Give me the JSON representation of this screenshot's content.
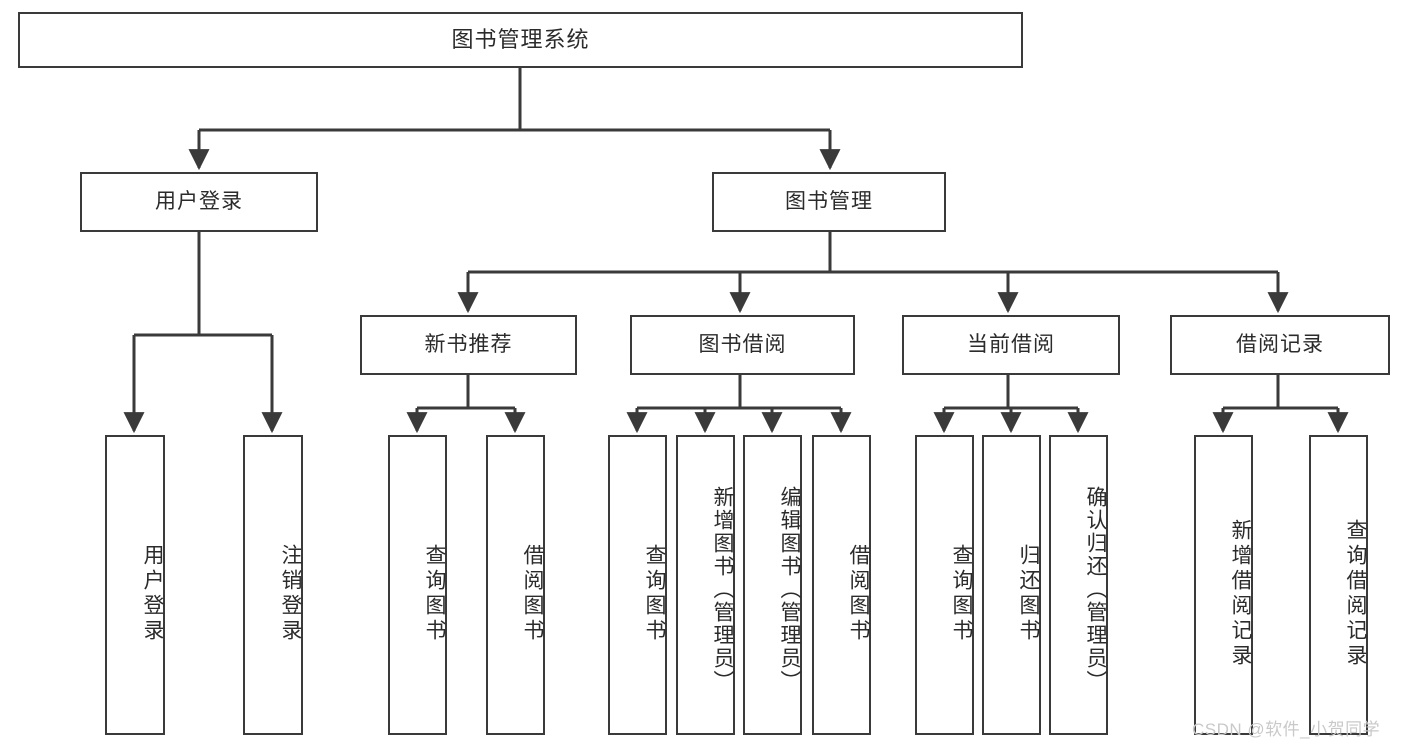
{
  "diagram": {
    "type": "tree",
    "title": "图书管理系统",
    "orientation": "top-down",
    "colors": {
      "border": "#3a3a3a",
      "text": "#2b2b2b",
      "background": "#ffffff",
      "watermark": "#c9c9c9"
    },
    "levels": {
      "root": "图书管理系统",
      "level1": [
        "用户登录",
        "图书管理"
      ],
      "level2": [
        "新书推荐",
        "图书借阅",
        "当前借阅",
        "借阅记录"
      ]
    }
  },
  "nodes": {
    "root": {
      "label": "图书管理系统"
    },
    "login": {
      "label": "用户登录"
    },
    "book_manage": {
      "label": "图书管理"
    },
    "new_book_rec": {
      "label": "新书推荐"
    },
    "book_borrow": {
      "label": "图书借阅"
    },
    "current_borrow": {
      "label": "当前借阅"
    },
    "borrow_record": {
      "label": "借阅记录"
    },
    "leaf_user_login": {
      "label": "用户登录"
    },
    "leaf_logout": {
      "label": "注销登录"
    },
    "leaf_query_book_1": {
      "label": "查询图书"
    },
    "leaf_borrow_book_1": {
      "label": "借阅图书"
    },
    "leaf_query_book_2": {
      "label": "查询图书"
    },
    "leaf_add_book": {
      "label": "新增图书（管理员）"
    },
    "leaf_edit_book": {
      "label": "编辑图书（管理员）"
    },
    "leaf_borrow_book_2": {
      "label": "借阅图书"
    },
    "leaf_query_book_3": {
      "label": "查询图书"
    },
    "leaf_return_book": {
      "label": "归还图书"
    },
    "leaf_confirm_return": {
      "label": "确认归还（管理员）"
    },
    "leaf_add_record": {
      "label": "新增借阅记录"
    },
    "leaf_query_record": {
      "label": "查询借阅记录"
    }
  },
  "edges": [
    {
      "from": "root",
      "to": "login"
    },
    {
      "from": "root",
      "to": "book_manage"
    },
    {
      "from": "login",
      "to": "leaf_user_login"
    },
    {
      "from": "login",
      "to": "leaf_logout"
    },
    {
      "from": "book_manage",
      "to": "new_book_rec"
    },
    {
      "from": "book_manage",
      "to": "book_borrow"
    },
    {
      "from": "book_manage",
      "to": "current_borrow"
    },
    {
      "from": "book_manage",
      "to": "borrow_record"
    },
    {
      "from": "new_book_rec",
      "to": "leaf_query_book_1"
    },
    {
      "from": "new_book_rec",
      "to": "leaf_borrow_book_1"
    },
    {
      "from": "book_borrow",
      "to": "leaf_query_book_2"
    },
    {
      "from": "book_borrow",
      "to": "leaf_add_book"
    },
    {
      "from": "book_borrow",
      "to": "leaf_edit_book"
    },
    {
      "from": "book_borrow",
      "to": "leaf_borrow_book_2"
    },
    {
      "from": "current_borrow",
      "to": "leaf_query_book_3"
    },
    {
      "from": "current_borrow",
      "to": "leaf_return_book"
    },
    {
      "from": "current_borrow",
      "to": "leaf_confirm_return"
    },
    {
      "from": "borrow_record",
      "to": "leaf_add_record"
    },
    {
      "from": "borrow_record",
      "to": "leaf_query_record"
    }
  ],
  "watermark": {
    "text": "CSDN @软件_小贺同学"
  }
}
